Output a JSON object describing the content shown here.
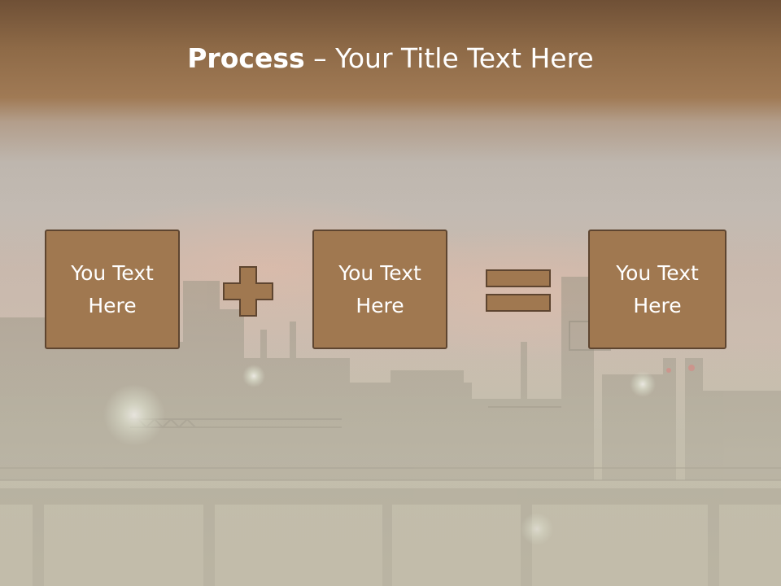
{
  "slide": {
    "title_bold": "Process",
    "title_rest": " – Your Title Text Here",
    "boxes": [
      {
        "label": "You Text Here"
      },
      {
        "label": "You Text Here"
      },
      {
        "label": "You Text Here"
      }
    ],
    "operators": [
      "plus",
      "equals"
    ],
    "colors": {
      "box_fill": "#a07850",
      "box_border": "#5e4530",
      "title_text": "#ffffff",
      "header_band": "#7a5a3c"
    }
  }
}
